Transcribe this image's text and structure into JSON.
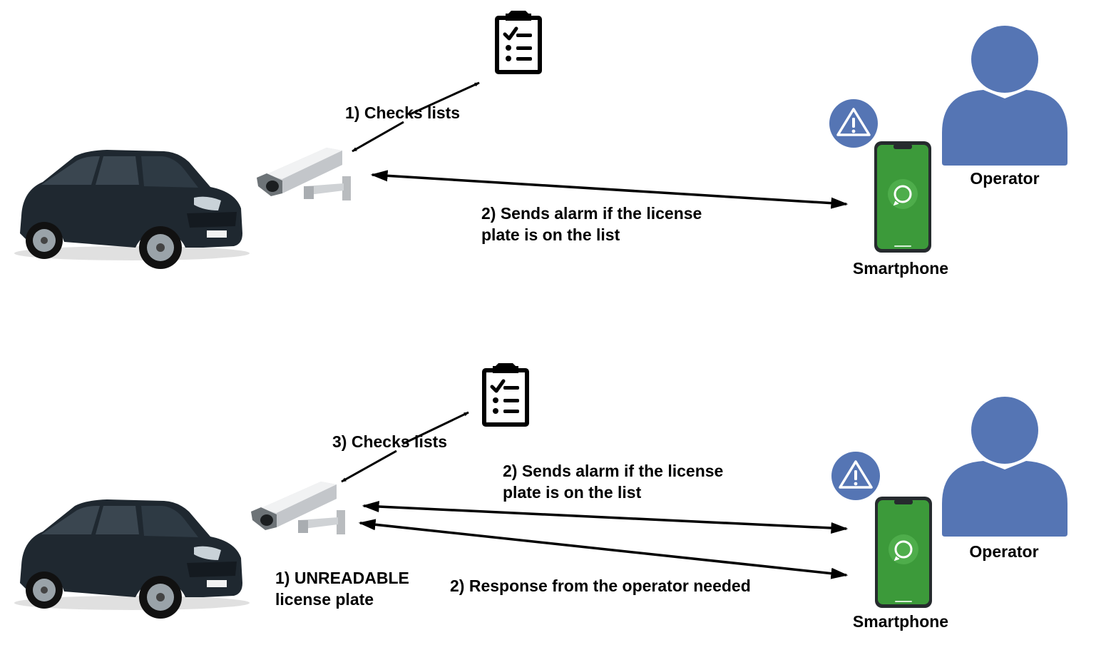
{
  "colors": {
    "accent_blue": "#5575B4",
    "phone_green": "#3C9A3A",
    "car_body": "#1F2830",
    "line": "#000000"
  },
  "icons": [
    "car-icon",
    "camera-icon",
    "checklist-icon",
    "warning-icon",
    "smartphone-icon",
    "whatsapp-icon",
    "operator-icon"
  ],
  "scenario_1": {
    "checks_lists": "1) Checks lists",
    "sends_alarm": "2) Sends alarm if the license\nplate is on the list",
    "smartphone": "Smartphone",
    "operator": "Operator"
  },
  "scenario_2": {
    "checks_lists": "3) Checks lists",
    "sends_alarm": "2) Sends alarm if the license\nplate is on the list",
    "unreadable": "1) UNREADABLE\nlicense plate",
    "response_needed": "2) Response from the operator needed",
    "smartphone": "Smartphone",
    "operator": "Operator"
  }
}
